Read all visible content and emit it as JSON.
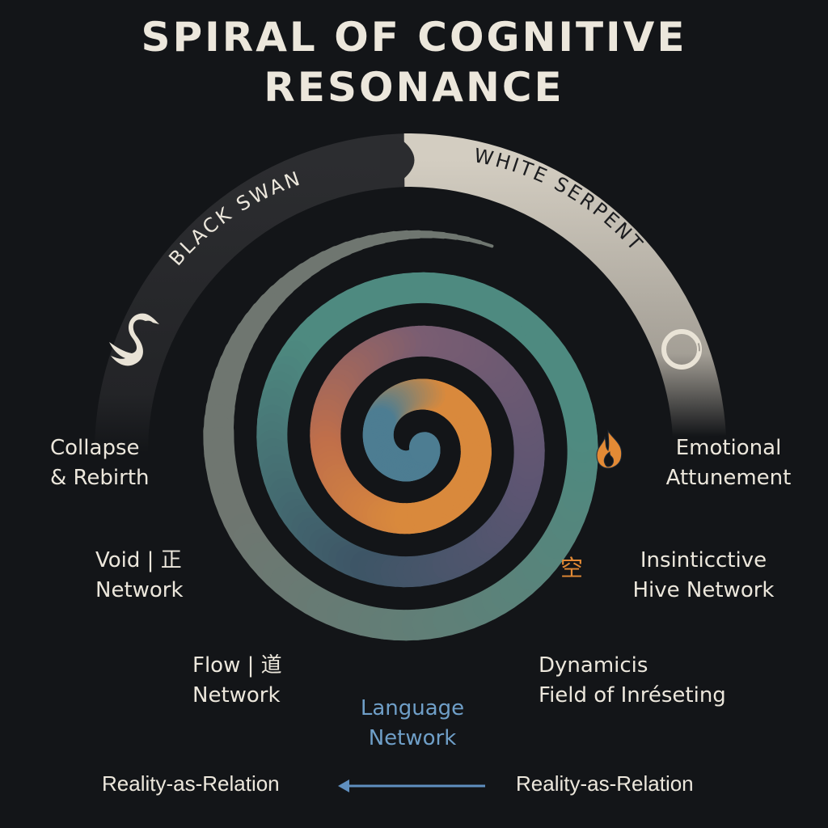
{
  "title": {
    "line1": "SPIRAL OF COGNITIVE",
    "line2": "RESONANCE"
  },
  "outer_arc": {
    "left_band": {
      "label": "BLACK SWAN",
      "icon": "swan-icon",
      "color": "#2b2c2f",
      "text_color": "#ece7dc"
    },
    "right_band": {
      "label": "WHITE SERPENT",
      "icon": "ouroboros-icon",
      "color": "#cfc9bd",
      "text_color": "#1c1d20"
    }
  },
  "spiral": {
    "colors": {
      "tail": "#6f7670",
      "outer_left": "#4e8a80",
      "outer_right": "#3d5566",
      "second_top": "#5d5572",
      "second_left": "#7a5d72",
      "second_bottom": "#c06f4a",
      "third": "#d9893c",
      "core": "#4d7d92"
    },
    "markers": [
      {
        "name": "fire-icon",
        "glyph": "fire",
        "color": "#e38a35"
      },
      {
        "name": "kanji-marker",
        "glyph": "空",
        "color": "#e38a35"
      }
    ]
  },
  "labels": {
    "collapse": [
      "Collapse",
      "& Rebirth"
    ],
    "emotional": [
      "Emotional",
      "Attunement"
    ],
    "void": [
      "Void | 正",
      "Network"
    ],
    "instinctive": [
      "Insinticctive",
      "Hive Network"
    ],
    "flow": [
      "Flow | 道",
      "Network"
    ],
    "dynamics": [
      "Dynamicis",
      "Field of Inréseting"
    ],
    "language": [
      "Language",
      "Network"
    ]
  },
  "footer": {
    "left": "Reality-as-Relation",
    "right": "Reality-as-Relation",
    "arrow_direction": "left",
    "arrow_color": "#5f8fbf"
  }
}
